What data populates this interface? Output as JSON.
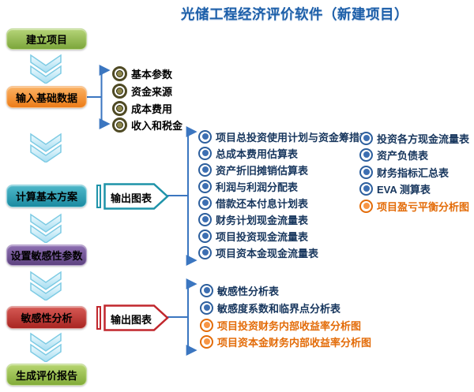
{
  "title": "光储工程经济评价软件（新建项目）",
  "steps": {
    "create": "建立项目",
    "input": "输入基础数据",
    "calc": "计算基本方案",
    "set_sensitivity": "设置敏感性参数",
    "sensitivity": "敏感性分析",
    "report": "生成评价报告"
  },
  "input_items": [
    "基本参数",
    "资金来源",
    "成本费用",
    "收入和税金"
  ],
  "calc_output": {
    "button": "输出图表",
    "tables": [
      "项目总投资使用计划与资金筹措表",
      "总成本费用估算表",
      "资产折旧摊销估算表",
      "利润与利润分配表",
      "借款还本付息计划表",
      "财务计划现金流量表",
      "项目投资现金流量表",
      "项目资本金现金流量表"
    ],
    "side_items": [
      {
        "label": "投资各方现金流量表",
        "type": "table"
      },
      {
        "label": "资产负债表",
        "type": "table"
      },
      {
        "label": "财务指标汇总表",
        "type": "table"
      },
      {
        "label": "EVA 测算表",
        "type": "table"
      },
      {
        "label": "项目盈亏平衡分析图",
        "type": "chart"
      }
    ]
  },
  "sensitivity_output": {
    "button": "输出图表",
    "items": [
      {
        "label": "敏感性分析表",
        "type": "table"
      },
      {
        "label": "敏感度系数和临界点分析表",
        "type": "table"
      },
      {
        "label": "项目投资财务内部收益率分析图",
        "type": "chart"
      },
      {
        "label": "项目资本金财务内部收益率分析图",
        "type": "chart"
      }
    ]
  },
  "colors": {
    "title_text": "#1d5fa9",
    "step_create": "#8db54a",
    "step_input": "#f08a24",
    "step_calc": "#2599ae",
    "step_set_sensitivity": "#715190",
    "step_sensitivity": "#c03a38",
    "step_report": "#93b94c",
    "connector": "#3b76c0",
    "table_bullet": "#3d6fb2",
    "chart_bullet": "#f79646",
    "chart_text": "#e36c09",
    "table_text": "#17365d",
    "input_bullet": "#8d864a",
    "chevron": "#bfe9f6"
  }
}
